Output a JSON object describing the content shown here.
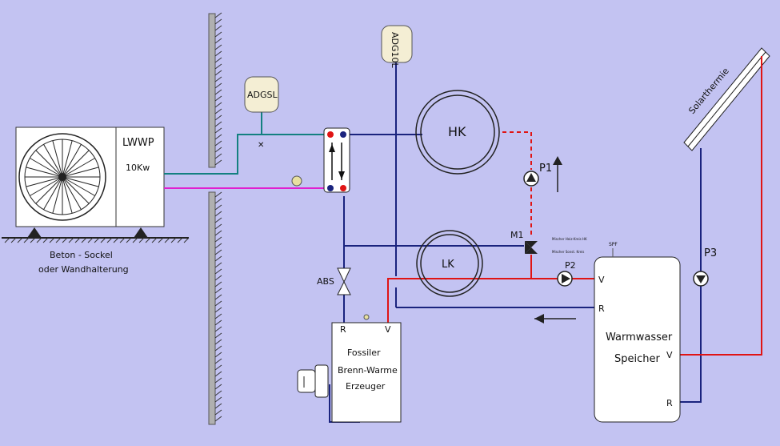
{
  "colors": {
    "background": "#c3c3f2",
    "blue_pipe": "#1a237e",
    "red_pipe": "#e01414",
    "teal_pipe": "#138080",
    "magenta_pipe": "#e020d0",
    "wall_fill": "#b0b0b0",
    "box_fill": "#ffffff",
    "bubble_fill": "#f4eed4"
  },
  "labels": {
    "heat_pump_title": "LWWP",
    "heat_pump_power": "10Kw",
    "base": "Beton - Sockel",
    "base_2": "oder Wandhalterung",
    "adgsl": "ADGSL",
    "adg10l": "ADG10L",
    "hk": "HK",
    "lk": "LK",
    "p1": "P1",
    "p2": "P2",
    "p3": "P3",
    "m1": "M1",
    "abs": "ABS",
    "solar": "Solarthermie",
    "spf": "SPF",
    "boiler_line1": "Fossiler",
    "boiler_line2": "Brenn-Warme",
    "boiler_line3": "Erzeuger",
    "boiler_r": "R",
    "boiler_v": "V",
    "tank_line1": "Warmwasser",
    "tank_line2": "Speicher",
    "tank_v_top": "V",
    "tank_r_top": "R",
    "tank_v_bottom": "V",
    "tank_r_bottom": "R",
    "m1_note1": "Mischer Heiz-Kreis HK",
    "m1_note2": "Mischer Sonst. Kreis"
  },
  "icons": {
    "heat_pump_fan": "fan-icon",
    "burner": "burner-icon",
    "pump": "pump-icon",
    "valve": "valve-icon",
    "sensor": "sensor-icon",
    "flow_arrow": "arrow-icon"
  }
}
